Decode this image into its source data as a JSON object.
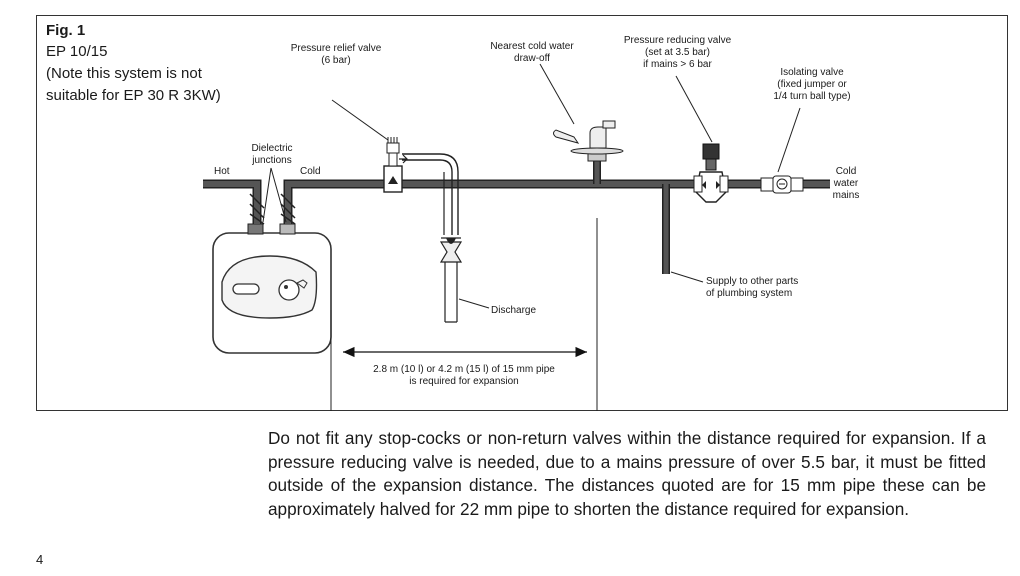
{
  "figure": {
    "title": "Fig. 1",
    "subtitle_lines": [
      "EP 10/15",
      "(Note this system is not",
      "suitable for EP 30 R 3KW)"
    ]
  },
  "labels": {
    "pressure_relief": [
      "Pressure relief valve",
      "(6 bar)"
    ],
    "nearest_cold": [
      "Nearest cold water",
      "draw-off"
    ],
    "pressure_reducing": [
      "Pressure reducing valve",
      "(set at 3.5 bar)",
      "if mains > 6 bar"
    ],
    "isolating": [
      "Isolating valve",
      "(fixed jumper or",
      "1/4 turn ball type)"
    ],
    "dielectric": [
      "Dielectric",
      "junctions"
    ],
    "hot": "Hot",
    "cold": "Cold",
    "cold_mains": [
      "Cold",
      "water",
      "mains"
    ],
    "discharge": "Discharge",
    "supply_other": [
      "Supply to other parts",
      "of plumbing system"
    ],
    "expansion": [
      "2.8 m (10 l) or 4.2 m (15 l) of 15 mm pipe",
      "is required for expansion"
    ]
  },
  "body_text": "Do not fit any stop-cocks or non-return valves within the distance required for expansion. If a pressure reducing valve is needed, due to a mains pressure of over 5.5 bar, it must be fitted outside of the expansion distance. The distances quoted are for 15 mm pipe these can be approximately halved for 22 mm pipe to shorten the distance required for expansion.",
  "page_number": "4"
}
